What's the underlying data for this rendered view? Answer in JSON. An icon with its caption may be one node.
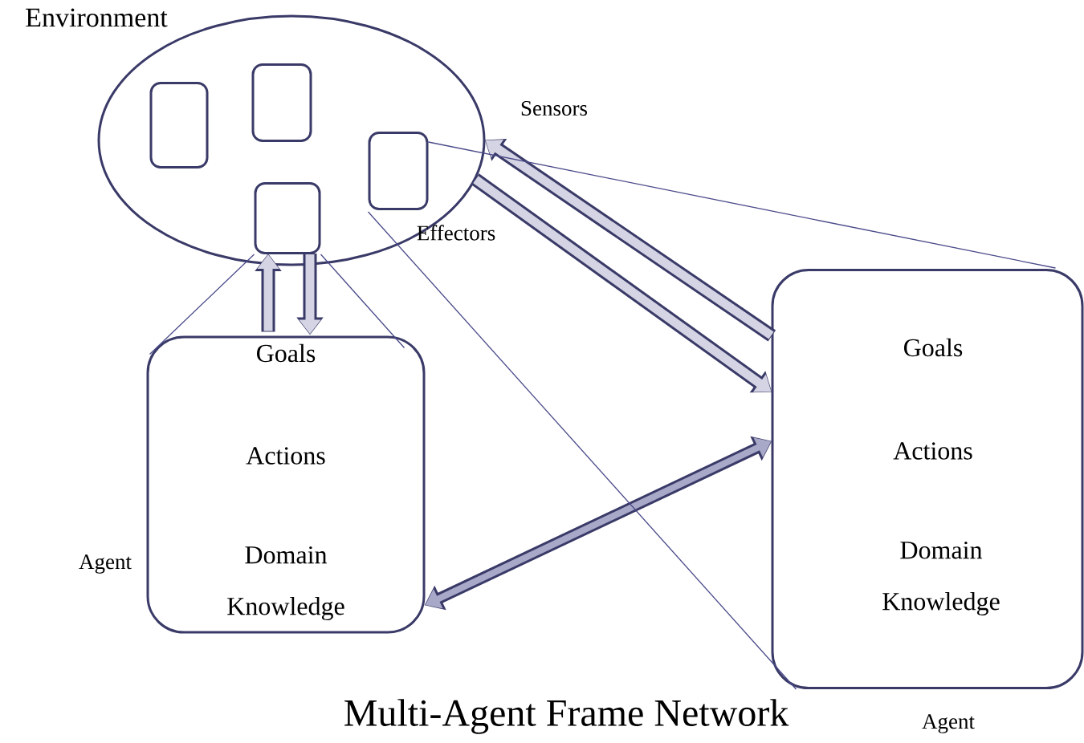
{
  "diagram": {
    "title": "Multi-Agent Frame Network",
    "nodes": [
      {
        "text": [
          "Environment"
        ]
      },
      {
        "text": [],
        "shape": "box",
        "in": 0
      },
      {
        "text": [],
        "shape": "box",
        "in": 0
      },
      {
        "text": [],
        "shape": "box",
        "in": 0
      },
      {
        "text": [],
        "shape": "box",
        "in": 0
      },
      {
        "text": [
          "Goals",
          "Actions",
          "Domain Knowledge"
        ],
        "beside": [
          "Agent"
        ]
      },
      {
        "text": [
          "Goals",
          "Actions",
          "Domain Knowledge"
        ],
        "beside": [
          "Agent"
        ]
      }
    ],
    "edges": [
      {
        "from": 3,
        "to": 5,
        "arrow": "to"
      },
      {
        "from": 5,
        "to": 3,
        "arrow": "to"
      },
      {
        "from": 6,
        "to": 0,
        "arrow": "to"
      },
      {
        "from": 0,
        "to": 6,
        "arrow": "to"
      },
      {
        "from": 5,
        "to": 6,
        "arrow": "both"
      },
      {
        "from": 3,
        "to": 5,
        "arrow": "none",
        "color": "#4a4a8a"
      },
      {
        "from": 3,
        "to": 5,
        "arrow": "none",
        "color": "#4a4a8a"
      },
      {
        "from": 4,
        "to": 6,
        "arrow": "none",
        "color": "#4a4a8a"
      },
      {
        "from": 4,
        "to": 6,
        "arrow": "none",
        "color": "#4a4a8a"
      }
    ],
    "labels": [
      "Sensors",
      "Effectors"
    ]
  }
}
